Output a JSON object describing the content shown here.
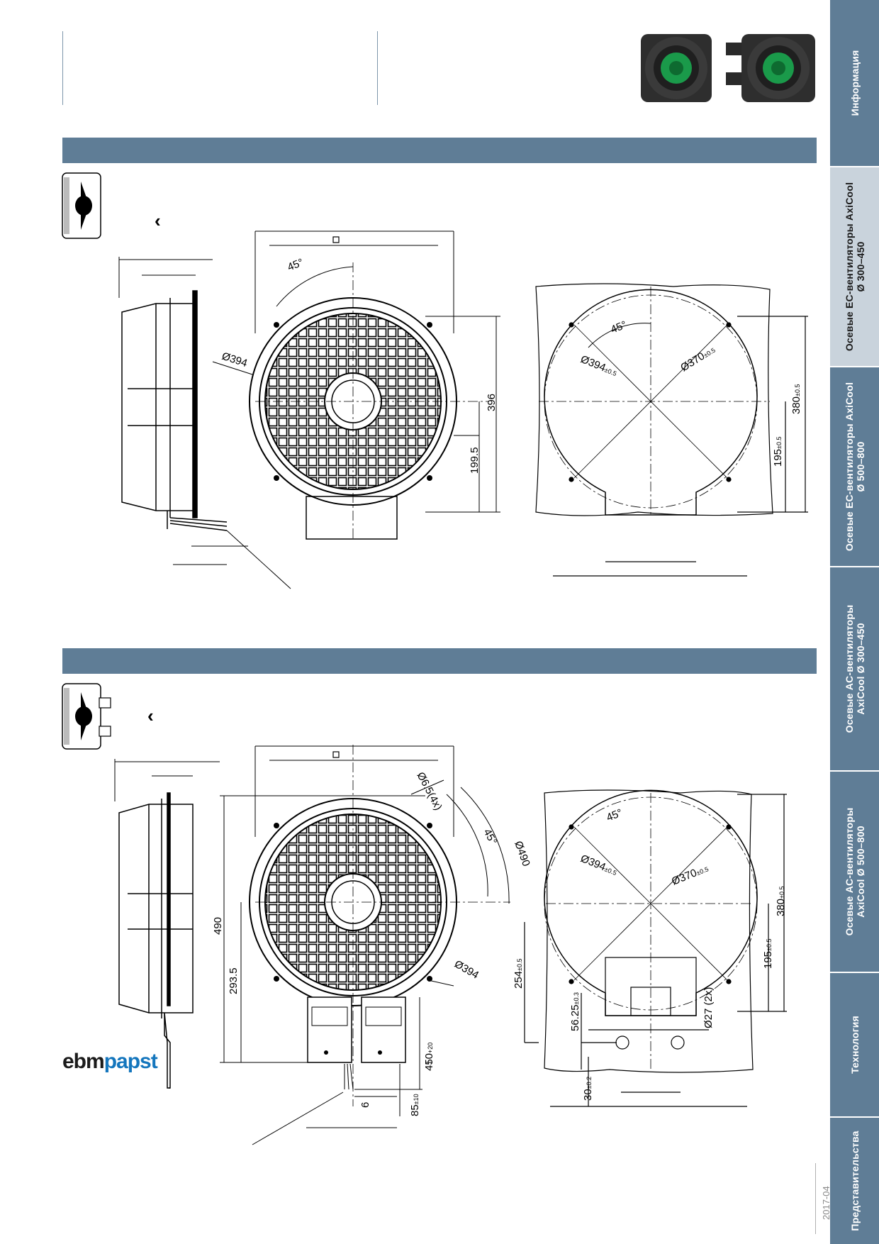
{
  "header": {
    "product_photos": [
      "fan-front-photo",
      "fan-with-mounting-photo"
    ]
  },
  "sidebar": {
    "tabs": [
      {
        "label": "Информация",
        "active": false
      },
      {
        "label": "Осевые EC-вентиляторы AxiCool\nØ 300–450",
        "active": true
      },
      {
        "label": "Осевые EC-вентиляторы AxiCool\nØ 500–800",
        "active": false
      },
      {
        "label": "Осевые AC-вентиляторы\nAxiCool Ø 300–450",
        "active": false
      },
      {
        "label": "Осевые AC-вентиляторы\nAxiCool Ø 500–800",
        "active": false
      },
      {
        "label": "Технология",
        "active": false
      },
      {
        "label": "Представительства",
        "active": false
      }
    ]
  },
  "section1": {
    "arrow": "‹",
    "square_symbol": "□",
    "dims": {
      "angle": "45°",
      "diameter": "Ø394",
      "height": "396",
      "offset": "199.5"
    },
    "cutout": {
      "angle": "45°",
      "d394": "Ø394",
      "d394_tol": "±0.5",
      "d370": "Ø370",
      "d370_tol": "±0.5",
      "h380": "380",
      "h380_tol": "±0.5",
      "h195": "195",
      "h195_tol": "±0.5"
    }
  },
  "section2": {
    "arrow": "‹",
    "square_symbol": "□",
    "dims": {
      "hole": "Ø6.5(4x)",
      "angle": "45°",
      "d490": "Ø490",
      "height490": "490",
      "h293": "293.5",
      "diameter": "Ø394",
      "cable": "450",
      "cable_tol": "+20",
      "d6": "6",
      "d85": "85",
      "d85_tol": "±10"
    },
    "cutout": {
      "angle": "45°",
      "d394": "Ø394",
      "d394_tol": "±0.5",
      "d370": "Ø370",
      "d370_tol": "±0.5",
      "h380": "380",
      "h380_tol": "±0.5",
      "h195": "195",
      "h195_tol": "±0.5",
      "h254": "254",
      "h254_tol": "±0.5",
      "h56": "56.25",
      "h56_tol": "±0.3",
      "d27": "Ø27 (2x)",
      "h30": "30",
      "h30_tol": "±0.2"
    }
  },
  "footer": {
    "logo_part1": "ebm",
    "logo_part2": "papst",
    "date": "2017-04"
  }
}
